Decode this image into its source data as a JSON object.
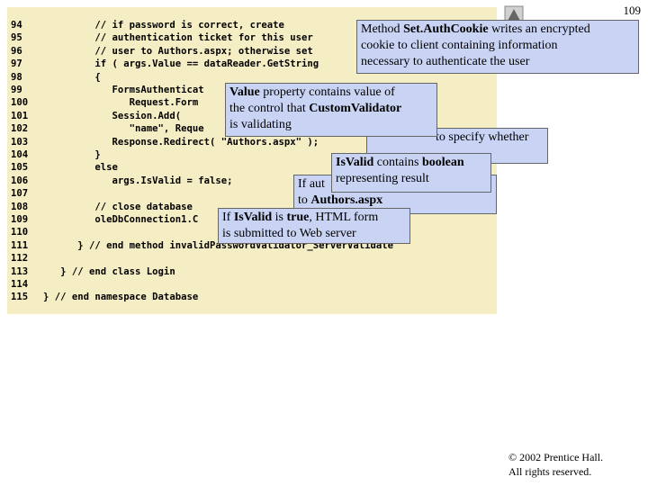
{
  "slide": {
    "page_number": "109",
    "copyright_line1": "© 2002 Prentice Hall.",
    "copyright_line2": "All rights reserved."
  },
  "code": {
    "lines": [
      {
        "num": "94",
        "text": "         // if password is correct, create"
      },
      {
        "num": "95",
        "text": "         // authentication ticket for this user"
      },
      {
        "num": "96",
        "text": "         // user to Authors.aspx; otherwise set"
      },
      {
        "num": "97",
        "text": "         if ( args.Value == dataReader.GetString"
      },
      {
        "num": "98",
        "text": "         {"
      },
      {
        "num": "99",
        "text": "            FormsAuthenticat"
      },
      {
        "num": "100",
        "text": "               Request.Form"
      },
      {
        "num": "101",
        "text": "            Session.Add("
      },
      {
        "num": "102",
        "text": "               \"name\", Reque"
      },
      {
        "num": "103",
        "text": "            Response.Redirect( \"Authors.aspx\" );"
      },
      {
        "num": "104",
        "text": "         }"
      },
      {
        "num": "105",
        "text": "         else"
      },
      {
        "num": "106",
        "text": "            args.IsValid = false;"
      },
      {
        "num": "107",
        "text": ""
      },
      {
        "num": "108",
        "text": "         // close database"
      },
      {
        "num": "109",
        "text": "         oleDbConnection1.C"
      },
      {
        "num": "110",
        "text": ""
      },
      {
        "num": "111",
        "text": "      } // end method invalidPasswordValidator_ServerValidate"
      },
      {
        "num": "112",
        "text": ""
      },
      {
        "num": "113",
        "text": "   } // end class Login"
      },
      {
        "num": "114",
        "text": ""
      },
      {
        "num": "115",
        "text": "} // end namespace Database"
      }
    ]
  },
  "callouts": {
    "setauthcookie": {
      "pre": "Method ",
      "bold": "Set.AuthCookie",
      "post": " writes an encrypted",
      "line2": "cookie to client containing information",
      "line3": "necessary to authenticate the user"
    },
    "value_property": {
      "bold": "Value",
      "post": " property contains value of",
      "line2_pre": "the control that ",
      "line2_bold": "CustomValidator",
      "line3": "is validating"
    },
    "boolean_partial": {
      "text": "to specify whether"
    },
    "isvalid_contains": {
      "bold1": "IsValid",
      "mid": " contains ",
      "bold2": "boolean",
      "line2": "representing result"
    },
    "authors_partial": {
      "line1": "If aut",
      "line2_pre": "to ",
      "line2_bold": "Authors.aspx"
    },
    "isvalid_true": {
      "pre": "If ",
      "bold1": "IsValid",
      "mid": " is ",
      "bold2": "true",
      "post": ", HTML form",
      "line2": "is submitted to Web server"
    }
  }
}
